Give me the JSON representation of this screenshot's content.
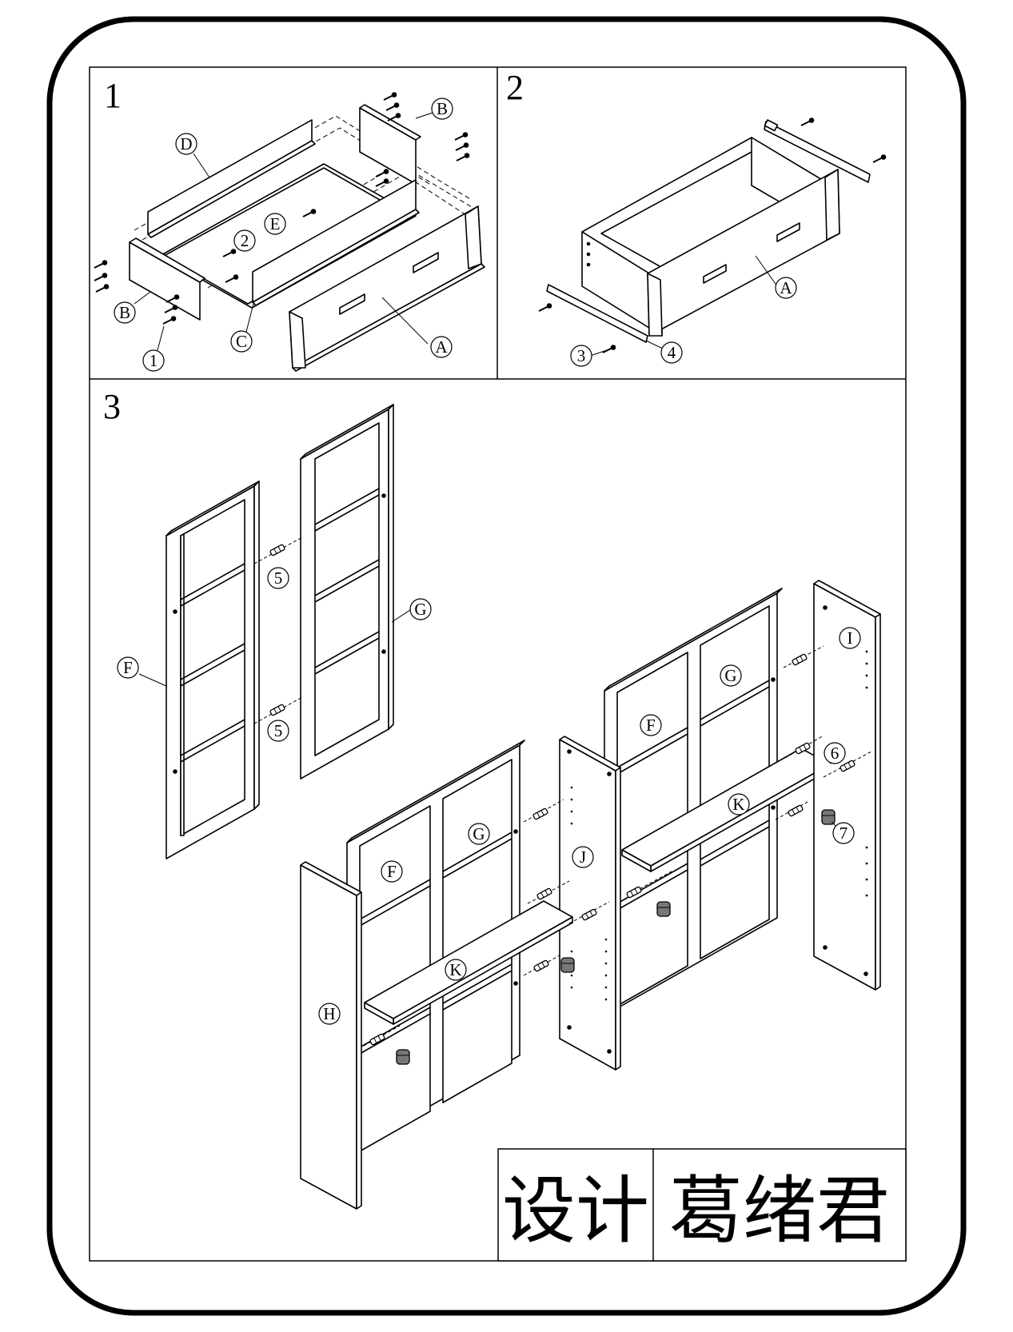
{
  "steps": [
    {
      "number": "1"
    },
    {
      "number": "2"
    },
    {
      "number": "3"
    }
  ],
  "step1": {
    "part_labels": [
      "D",
      "B",
      "E",
      "2",
      "B",
      "C",
      "1",
      "A"
    ]
  },
  "step2": {
    "part_labels": [
      "A",
      "3",
      "4"
    ]
  },
  "step3": {
    "part_labels": [
      "F",
      "5",
      "G",
      "5",
      "I",
      "G",
      "F",
      "6",
      "K",
      "7",
      "G",
      "F",
      "J",
      "K",
      "H"
    ]
  },
  "title_block": {
    "label": "设计",
    "designer": "葛绪君"
  },
  "colors": {
    "line": "#000000",
    "background": "#ffffff"
  }
}
